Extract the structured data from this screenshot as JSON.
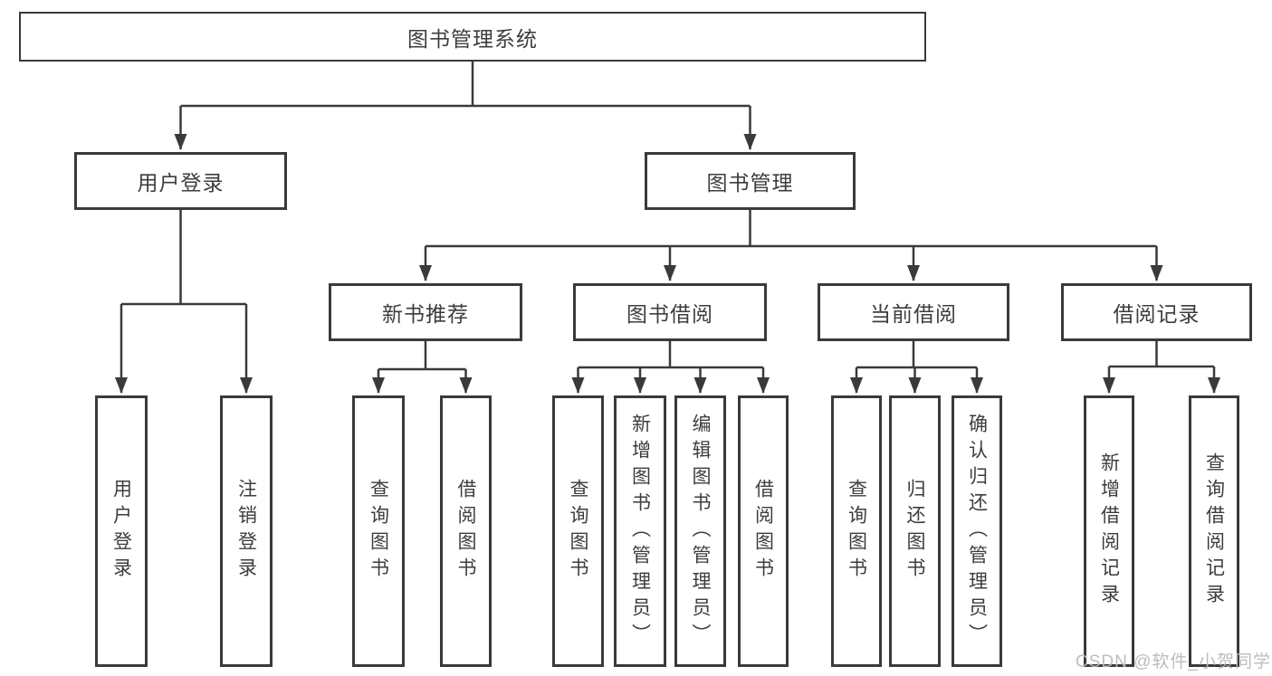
{
  "nodes": {
    "root": "图书管理系统",
    "user_login": "用户登录",
    "book_mgmt": "图书管理",
    "new_book_rec": "新书推荐",
    "book_borrow": "图书借阅",
    "current_borrow": "当前借阅",
    "borrow_records": "借阅记录",
    "ul_login": "用户登录",
    "ul_logout": "注销登录",
    "nb_query": "查询图书",
    "nb_borrow": "借阅图书",
    "bb_query": "查询图书",
    "bb_add": "新增图书（管理员）",
    "bb_edit": "编辑图书（管理员）",
    "bb_borrow": "借阅图书",
    "cb_query": "查询图书",
    "cb_return": "归还图书",
    "cb_confirm": "确认归还（管理员）",
    "br_add": "新增借阅记录",
    "br_query": "查询借阅记录"
  },
  "watermark": "CSDN @软件_小贺同学",
  "colors": {
    "line": "#3a3a3a",
    "box_border": "#3a3a3a",
    "text": "#3d3d3d",
    "background": "#ffffff",
    "watermark": "#b9b9b9"
  }
}
